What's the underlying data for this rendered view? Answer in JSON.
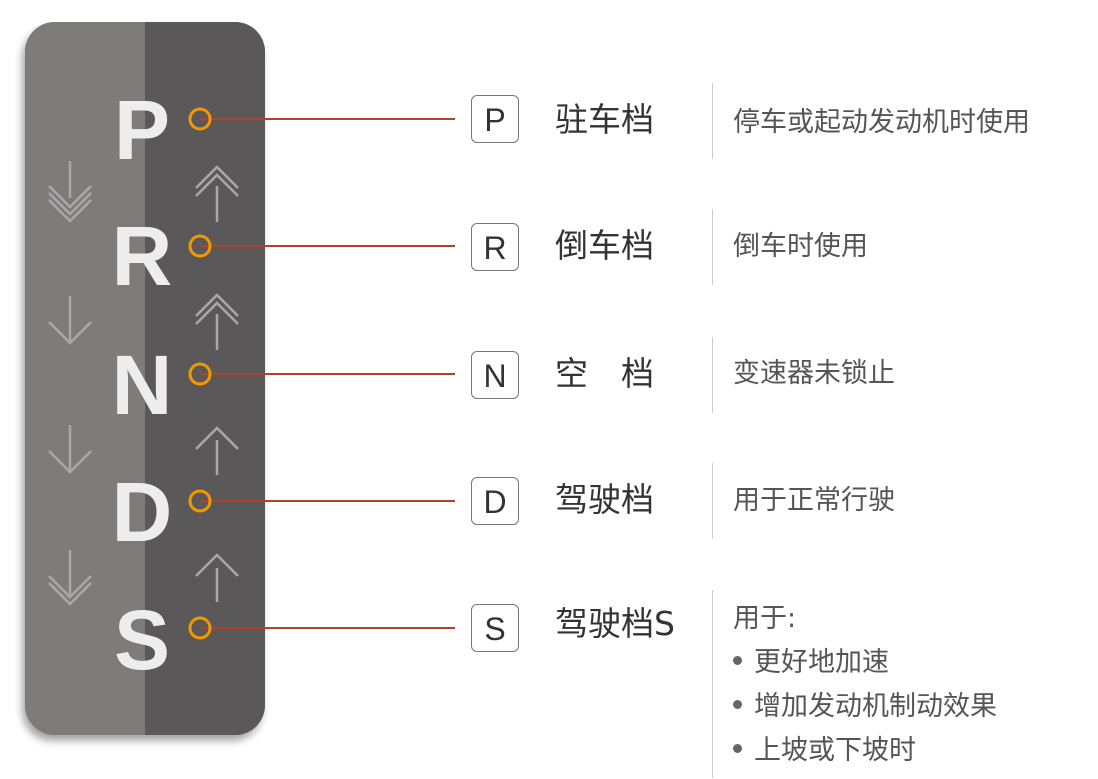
{
  "colors": {
    "panel_left": "#7e7c7b",
    "panel_right": "#5a5858",
    "marker": "#f39800",
    "leader": "#b0402f",
    "arrow": "#a8a8a8"
  },
  "gears": [
    {
      "letter": "P",
      "box": "P",
      "name": "驻车档",
      "desc": "停车或起动发动机时使用"
    },
    {
      "letter": "R",
      "box": "R",
      "name": "倒车档",
      "desc": "倒车时使用"
    },
    {
      "letter": "N",
      "box": "N",
      "name": "空　档",
      "desc": "变速器未锁止"
    },
    {
      "letter": "D",
      "box": "D",
      "name": "驾驶档",
      "desc": "用于正常行驶"
    },
    {
      "letter": "S",
      "box": "S",
      "name": "驾驶档S",
      "desc": "用于:",
      "bullets": [
        "更好地加速",
        "增加发动机制动效果",
        "上坡或下坡时"
      ]
    }
  ]
}
